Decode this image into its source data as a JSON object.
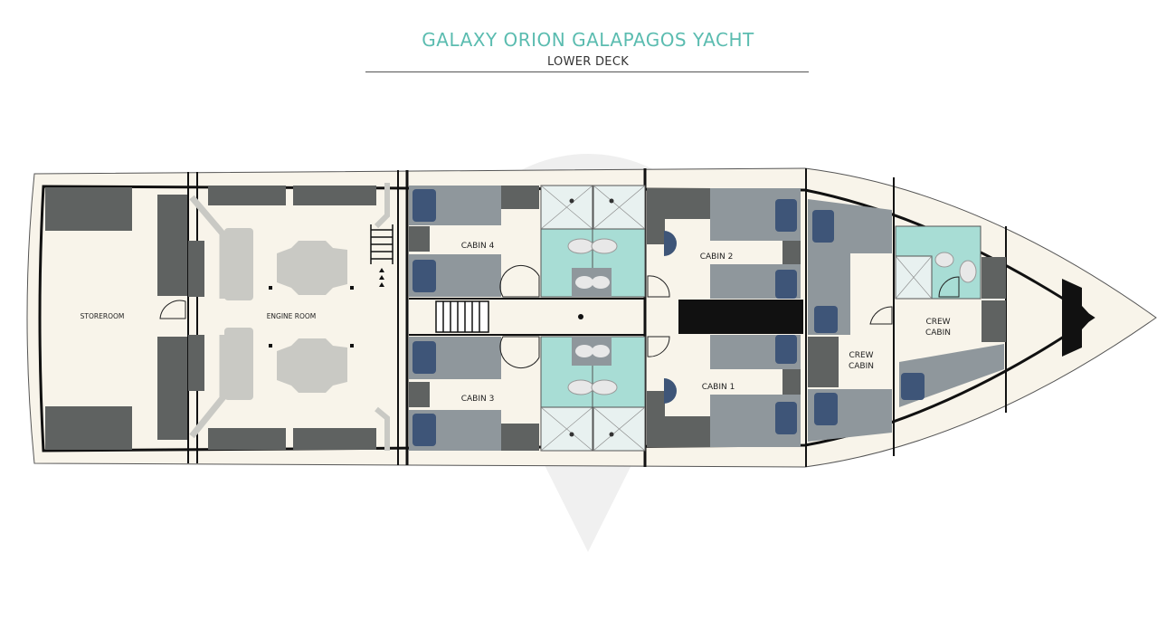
{
  "header": {
    "title": "GALAXY ORION GALAPAGOS YACHT",
    "subtitle": "LOWER DECK"
  },
  "rooms": {
    "storeroom": "STOREROOM",
    "engine_room": "ENGINE ROOM",
    "cabin_4": "CABIN 4",
    "cabin_3": "CABIN 3",
    "cabin_2": "CABIN 2",
    "cabin_1": "CABIN 1",
    "crew_cabin_a": [
      "CREW",
      "CABIN"
    ],
    "crew_cabin_b": [
      "CREW",
      "CABIN"
    ]
  },
  "colors": {
    "accent_title": "#5bbcb0",
    "hull_fill": "#f8f4ea",
    "bed": "#8f979c",
    "furniture_dark": "#5f6261",
    "pillow": "#3e5578",
    "bathroom": "#a8ddd5",
    "engine": "#c9c9c4"
  }
}
